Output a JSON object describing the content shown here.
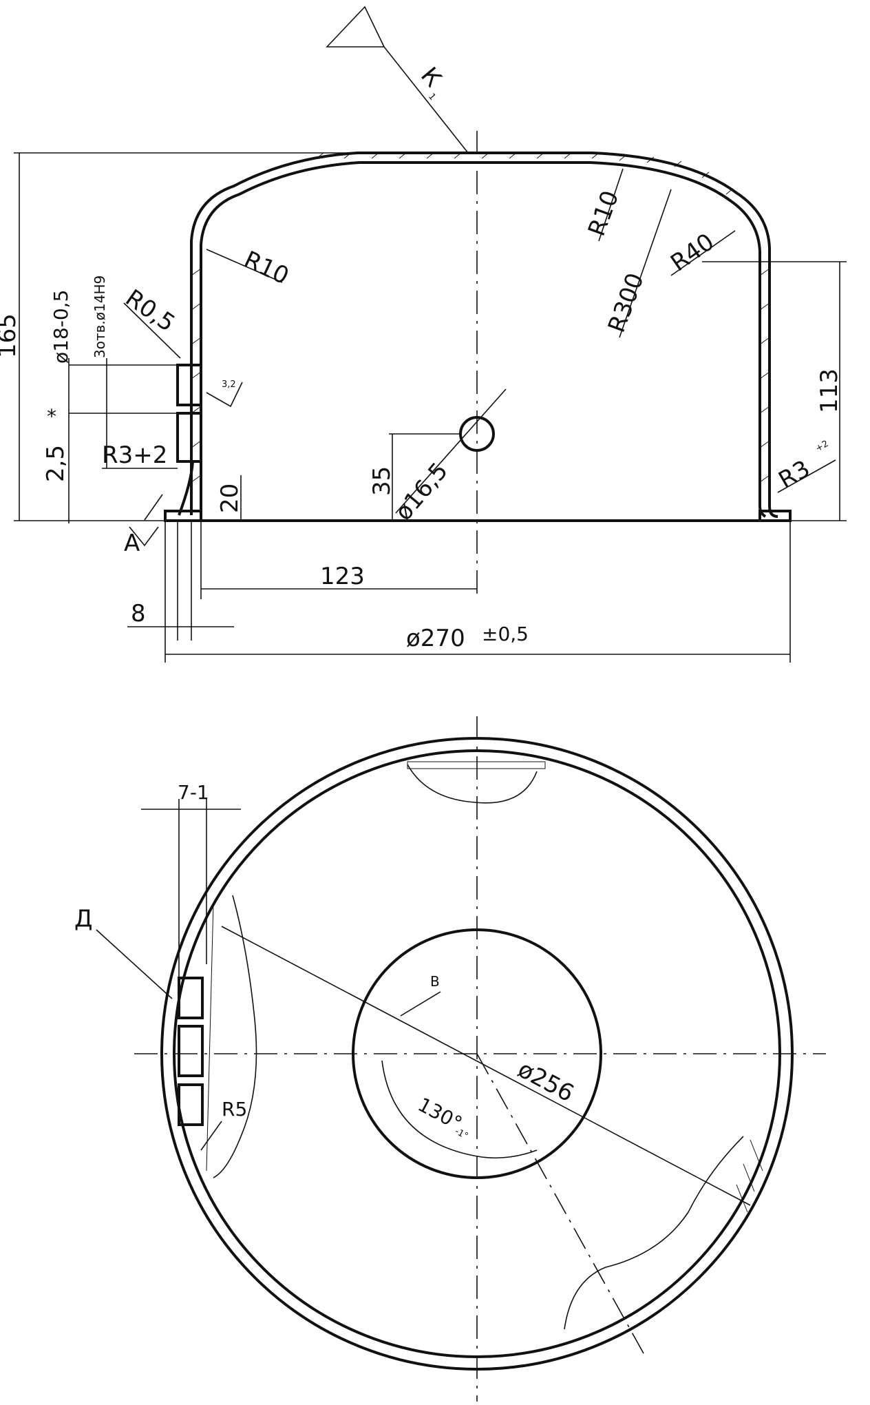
{
  "dimensions": {
    "overall_height": "165",
    "flange_hole_dia": "ø18-0,5",
    "holes_note": "3отв.ø14H9",
    "dim_2_5": "2,5",
    "dim_2_5_mark": "*",
    "radius_r0_5": "R0,5",
    "radius_r10_left": "R10",
    "radius_r10_right": "R10",
    "radius_r300": "R300",
    "radius_r40": "R40",
    "radius_r3_left": "R3+2",
    "radius_r3_right": "R3",
    "radius_r3_right_tol": "+2",
    "roughness_value": "3,2",
    "dim_20": "20",
    "dim_35": "35",
    "hole_dia": "ø16,5",
    "dim_113": "113",
    "dim_123": "123",
    "dim_8": "8",
    "overall_dia": "ø270",
    "overall_dia_tol": "±0,5",
    "datum_letter": "А",
    "weld_note": "К",
    "weld_note_sub": "1"
  },
  "plan": {
    "dim_7_1": "7-1",
    "view_letter_d": "Д",
    "radius_r5": "R5",
    "view_letter_b": "В",
    "inner_dia": "ø256",
    "angle": "130°",
    "angle_tol": "-1°"
  }
}
